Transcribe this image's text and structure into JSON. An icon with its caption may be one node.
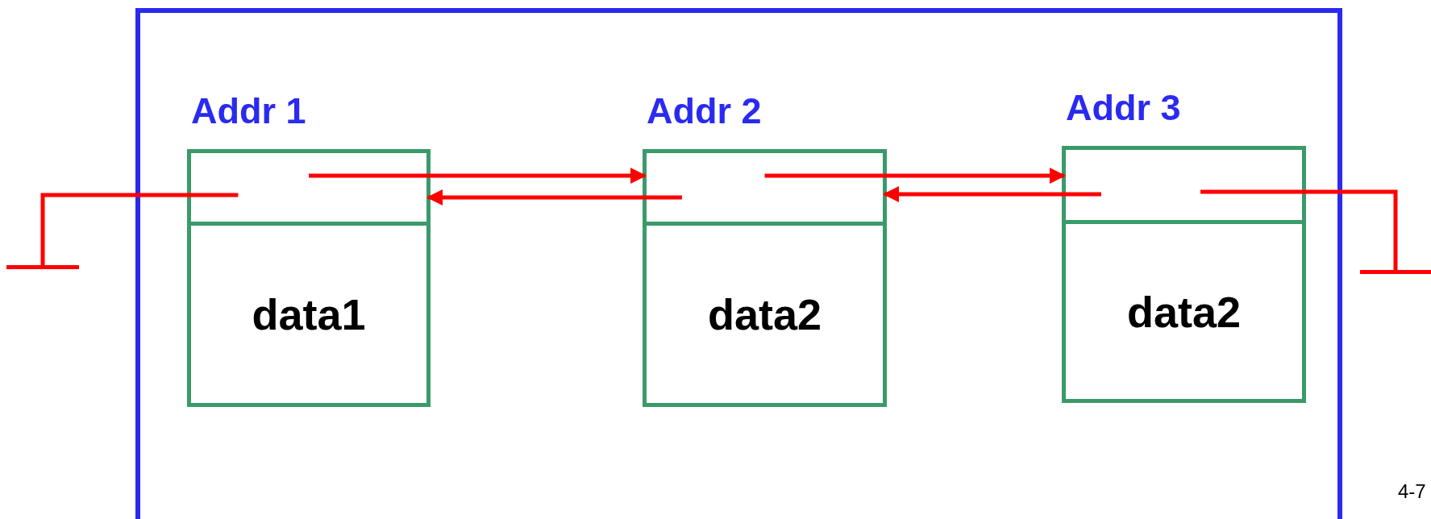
{
  "diagram": {
    "nodes": [
      {
        "text": [],
        "shape": "box"
      },
      {
        "text": [
          "Addr 1"
        ],
        "in": 0
      },
      {
        "text": [],
        "shape": "box",
        "in": 1
      },
      {
        "text": [
          "data1"
        ],
        "in": 1
      },
      {
        "text": [
          "Addr 2"
        ],
        "in": 0
      },
      {
        "text": [],
        "shape": "box",
        "in": 4
      },
      {
        "text": [
          "data2"
        ],
        "in": 4
      },
      {
        "text": [
          "Addr 3"
        ],
        "in": 0
      },
      {
        "text": [],
        "shape": "box",
        "in": 7
      },
      {
        "text": [
          "data2"
        ],
        "in": 7
      },
      {
        "text": [],
        "shape": "bar"
      },
      {
        "text": [],
        "shape": "bar"
      }
    ],
    "edges": [
      {
        "from": 2,
        "to": 5,
        "arrow": "to"
      },
      {
        "from": 5,
        "to": 2,
        "arrow": "to"
      },
      {
        "from": 5,
        "to": 8,
        "arrow": "to"
      },
      {
        "from": 8,
        "to": 5,
        "arrow": "to"
      },
      {
        "from": 2,
        "to": 10,
        "arrow": "none"
      },
      {
        "from": 8,
        "to": 11,
        "arrow": "none"
      }
    ],
    "labels": [
      "4-7"
    ]
  }
}
